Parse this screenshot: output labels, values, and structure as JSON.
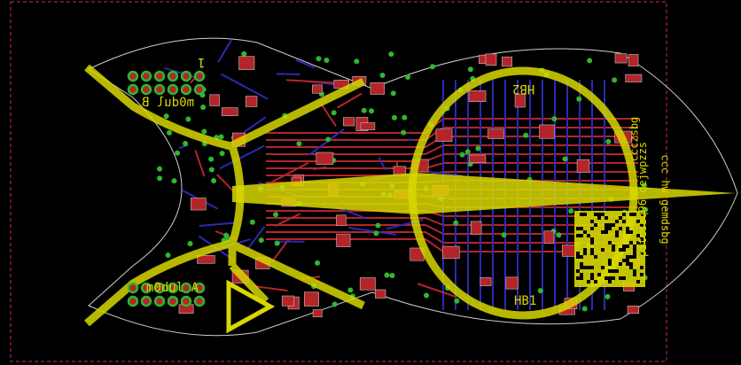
{
  "board": {
    "labels": {
      "module_a": "m0dul A",
      "module_b": "m0dul B",
      "hb1": "HB1",
      "hb2": "HB2",
      "pin1": "1"
    },
    "side_text": [
      "ccc hw gemdsbg",
      "pitcsbq96 qejwpzzs",
      "ccczsbg"
    ],
    "colors": {
      "background": "#000000",
      "top_copper": "#b4252a",
      "bottom_copper": "#2a2ab4",
      "silkscreen": "#d8d800",
      "via": "#2eb82e",
      "outline": "#d0d0d0",
      "frame": "#c0306a"
    }
  }
}
